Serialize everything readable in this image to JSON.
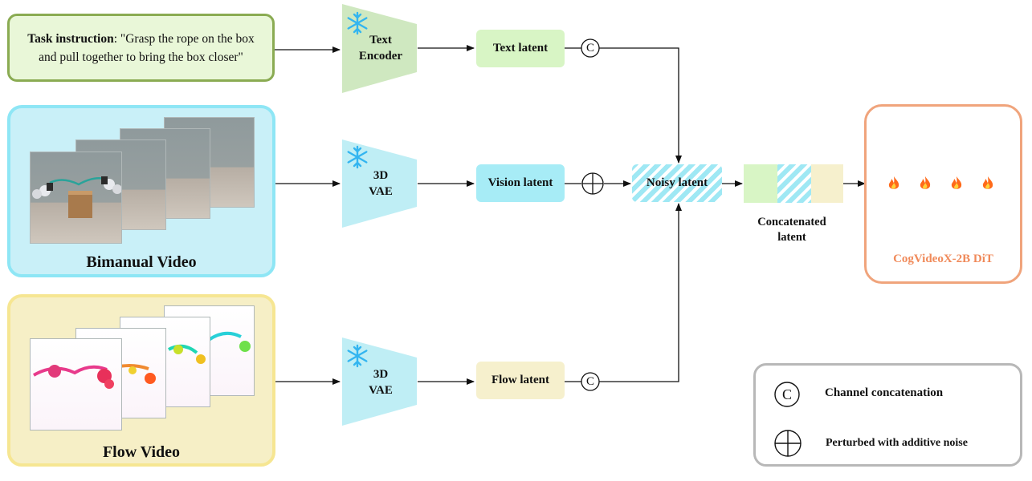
{
  "task": {
    "prefix": "Task instruction",
    "text": ": \"Grasp the rope on the box and pull together to bring the box closer\""
  },
  "videos": {
    "bimanual_label": "Bimanual Video",
    "flow_label": "Flow Video"
  },
  "encoders": {
    "text_line1": "Text",
    "text_line2": "Encoder",
    "vae_line1": "3D",
    "vae_line2": "VAE"
  },
  "latents": {
    "text": "Text latent",
    "vision": "Vision latent",
    "flow": "Flow latent",
    "noisy": "Noisy latent",
    "concat_line1": "Concatenated",
    "concat_line2": "latent"
  },
  "operators": {
    "concat_symbol": "C"
  },
  "model": {
    "label": "CogVideoX-2B DiT",
    "block_icon": "fire-icon",
    "block_count": 4
  },
  "legend": {
    "concat_symbol": "C",
    "concat_text": "Channel concatenation",
    "noise_text": "Perturbed with additive noise"
  },
  "colors": {
    "text_encoder": "#cfe8c0",
    "vae": "#bfeef5",
    "vision_latent": "#a7ecf6",
    "text_latent": "#d8f5c5",
    "flow_latent": "#f6f0cd",
    "dit_border": "#f0a47c",
    "dit_block": "#f9cbb4"
  }
}
